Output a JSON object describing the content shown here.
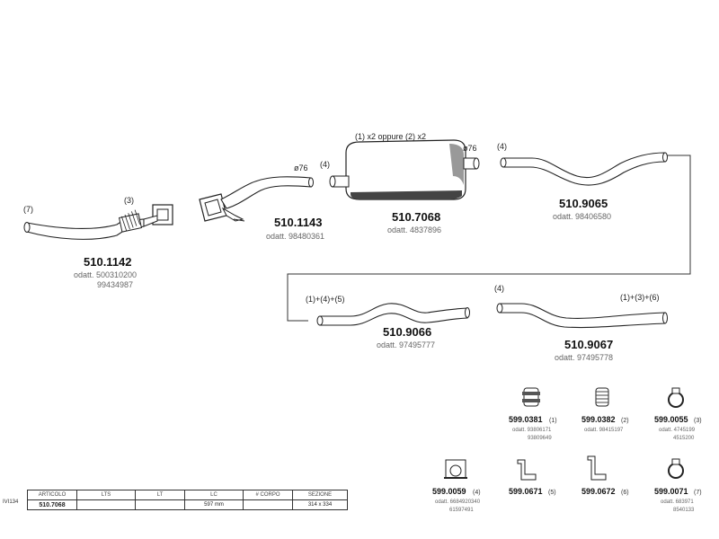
{
  "parts": {
    "p1142": {
      "code": "510.1142",
      "odt1": "odatt. 500310200",
      "odt2": "99434987",
      "callout_left": "(7)",
      "callout_right": "(3)"
    },
    "p1143": {
      "code": "510.1143",
      "odt1": "odatt. 98480361",
      "diameter": "ø76"
    },
    "p7068": {
      "code": "510.7068",
      "odt1": "odatt. 4837896",
      "note": "(1) x2 oppure (2) x2",
      "diameter": "ø76",
      "callout": "(4)"
    },
    "p9065": {
      "code": "510.9065",
      "odt1": "odatt. 98406580",
      "callout": "(4)"
    },
    "p9066": {
      "code": "510.9066",
      "odt1": "odatt. 97495777",
      "callout": "(1)+(4)+(5)"
    },
    "p9067": {
      "code": "510.9067",
      "odt1": "odatt. 97495778",
      "callout_left": "(4)",
      "callout_right": "(1)+(3)+(6)"
    }
  },
  "accessories": [
    {
      "code": "599.0381",
      "qty": "(1)",
      "odt1": "odatt. 93806171",
      "odt2": "93809649",
      "icon": "clamp-icon"
    },
    {
      "code": "599.0382",
      "qty": "(2)",
      "odt1": "odatt. 98415197",
      "odt2": "",
      "icon": "gasket-icon"
    },
    {
      "code": "599.0055",
      "qty": "(3)",
      "odt1": "odatt. 4745199",
      "odt2": "4515200",
      "icon": "ring-clamp-icon"
    },
    {
      "code": "599.0059",
      "qty": "(4)",
      "odt1": "odatt. 6684920340",
      "odt2": "61597491",
      "icon": "bracket-clamp-icon"
    },
    {
      "code": "599.0671",
      "qty": "(5)",
      "odt1": "",
      "odt2": "",
      "icon": "hanger-icon"
    },
    {
      "code": "599.0672",
      "qty": "(6)",
      "odt1": "",
      "odt2": "",
      "icon": "hanger-icon"
    },
    {
      "code": "599.0071",
      "qty": "(7)",
      "odt1": "odatt. 683971",
      "odt2": "8540133",
      "icon": "ring-clamp-icon"
    }
  ],
  "table": {
    "side_code": "IVI134",
    "headers": [
      "ARTICOLO",
      "LTS",
      "LT",
      "LC",
      "# CORPO",
      "SEZIONE"
    ],
    "row": [
      "510.7068",
      "",
      "",
      "597 mm",
      "",
      "314 x 334"
    ]
  },
  "colors": {
    "line": "#222222",
    "odt_gray": "#666666"
  }
}
